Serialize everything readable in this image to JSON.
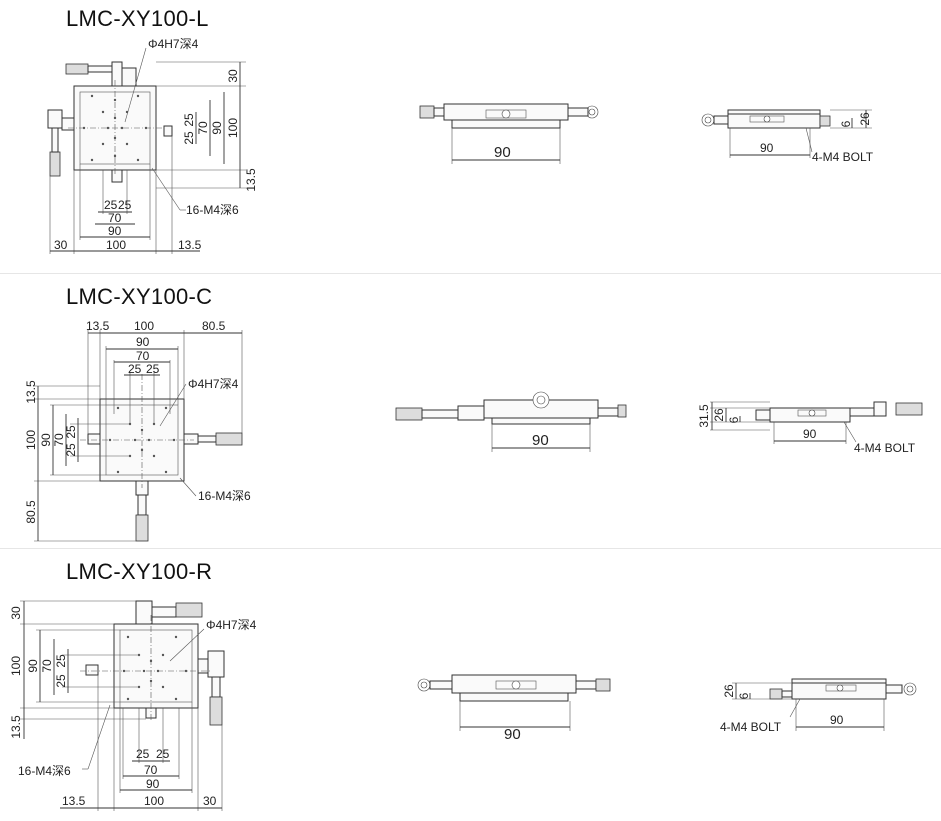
{
  "panels": [
    {
      "title": "LMC-XY100-L",
      "labels": {
        "hole_pin": "Φ4H7深4",
        "hole_tap": "16-M4深6",
        "d30_top": "30",
        "d100_v": "100",
        "d90_v": "90",
        "d70_v": "70",
        "d25a_v": "25",
        "d25b_v": "25",
        "d135_v": "13.5",
        "d25a_h": "25",
        "d25b_h": "25",
        "d70_h": "70",
        "d90_h": "90",
        "d30_h": "30",
        "d100_h": "100",
        "d135_h": "13.5",
        "side_90": "90",
        "end_90": "90",
        "end_6": "6",
        "end_26": "26",
        "bolt": "4-M4 BOLT"
      }
    },
    {
      "title": "LMC-XY100-C",
      "labels": {
        "hole_pin": "Φ4H7深4",
        "hole_tap": "16-M4深6",
        "d135_top": "13.5",
        "d100_top": "100",
        "d805_top": "80.5",
        "d90_top": "90",
        "d70_top": "70",
        "d25a_top": "25",
        "d25b_top": "25",
        "d135_v": "13.5",
        "d100_v": "100",
        "d90_v": "90",
        "d70_v": "70",
        "d25a_v": "25",
        "d25b_v": "25",
        "d805_v": "80.5",
        "side_90": "90",
        "end_90": "90",
        "end_315": "31.5",
        "end_26": "26",
        "end_6": "6",
        "bolt": "4-M4 BOLT"
      }
    },
    {
      "title": "LMC-XY100-R",
      "labels": {
        "hole_pin": "Φ4H7深4",
        "hole_tap": "16-M4深6",
        "d30_v": "30",
        "d100_v": "100",
        "d90_v": "90",
        "d70_v": "70",
        "d25a_v": "25",
        "d25b_v": "25",
        "d135_v": "13.5",
        "d25a_h": "25",
        "d25b_h": "25",
        "d70_h": "70",
        "d90_h": "90",
        "d135_h": "13.5",
        "d100_h": "100",
        "d30_h": "30",
        "side_90": "90",
        "end_90": "90",
        "end_26": "26",
        "end_6": "6",
        "bolt": "4-M4 BOLT"
      }
    }
  ]
}
